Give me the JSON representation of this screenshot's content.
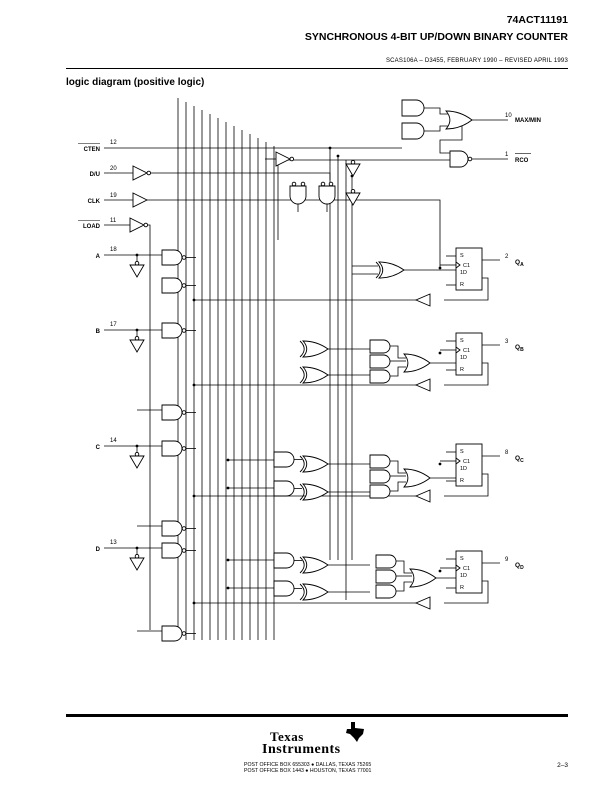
{
  "header": {
    "part_number": "74ACT11191",
    "title": "SYNCHRONOUS 4-BIT UP/DOWN BINARY COUNTER",
    "doc_info": "SCAS106A – D3455, FEBRUARY 1990 – REVISED APRIL 1993"
  },
  "section_title": "logic diagram (positive logic)",
  "inputs": [
    {
      "name": "CTEN",
      "pin": "12",
      "overbar": true
    },
    {
      "name": "D/U",
      "pin": "20",
      "overbar": false,
      "note": "U overbar"
    },
    {
      "name": "CLK",
      "pin": "19",
      "overbar": false
    },
    {
      "name": "LOAD",
      "pin": "11",
      "overbar": true
    },
    {
      "name": "A",
      "pin": "18",
      "overbar": false
    },
    {
      "name": "B",
      "pin": "17",
      "overbar": false
    },
    {
      "name": "C",
      "pin": "14",
      "overbar": false
    },
    {
      "name": "D",
      "pin": "13",
      "overbar": false
    }
  ],
  "labels": {
    "d_u_main": "D/",
    "d_u_bar": "U"
  },
  "outputs": [
    {
      "name": "MAX/MIN",
      "pin": "10"
    },
    {
      "name": "RCO",
      "pin": "1",
      "overbar": true
    },
    {
      "name": "Q",
      "sub": "A",
      "pin": "2"
    },
    {
      "name": "Q",
      "sub": "B",
      "pin": "3"
    },
    {
      "name": "Q",
      "sub": "C",
      "pin": "8"
    },
    {
      "name": "Q",
      "sub": "D",
      "pin": "9"
    }
  ],
  "flipflop_labels": [
    "S",
    "C1",
    "1D",
    "R"
  ],
  "footer": {
    "logo_line1": "Texas",
    "logo_line2": "Instruments",
    "address1": "POST OFFICE BOX 655303 ● DALLAS, TEXAS 75265",
    "address2": "POST OFFICE BOX 1443 ● HOUSTON, TEXAS 77001",
    "page": "2–3"
  }
}
